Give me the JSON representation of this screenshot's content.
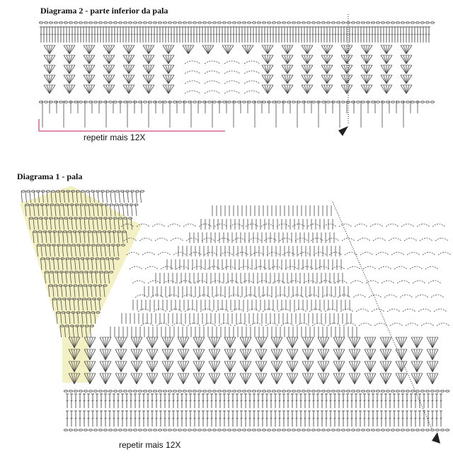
{
  "diagram2": {
    "title": "Diagrama 2 - parte inferior da pala",
    "repeat_label": "repetir mais 12X",
    "marker_color": "#c2185b"
  },
  "diagram1": {
    "title": "Diagrama 1 - pala",
    "repeat_label": "repetir mais 12X",
    "highlight_color": "#f3f1c4"
  },
  "stitch_color": "#4a4a4a"
}
